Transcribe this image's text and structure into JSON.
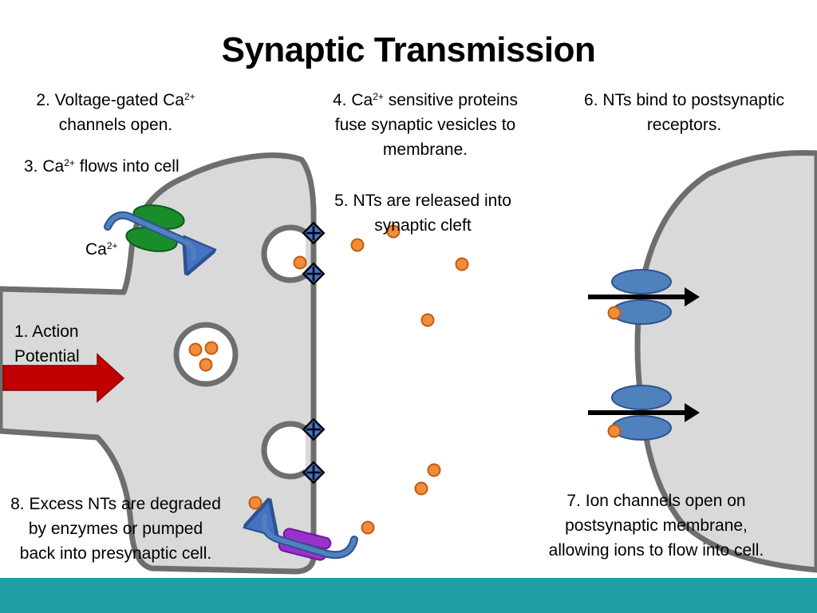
{
  "title": "Synaptic Transmission",
  "labels": {
    "step2_line1": "2. Voltage-gated Ca",
    "step2_sup": "2+",
    "step2_line2": "channels open.",
    "step3_pre": "3. Ca",
    "step3_sup": "2+",
    "step3_post": "flows into cell",
    "ca_pre": "Ca",
    "ca_sup": "2+",
    "step1_line1": "1. Action",
    "step1_line2": "Potential",
    "step4_pre": "4. Ca",
    "step4_sup": "2+",
    "step4_post": "sensitive proteins",
    "step4_line2": "fuse synaptic vesicles to",
    "step4_line3": "membrane.",
    "step5_line1": "5. NTs are released into",
    "step5_line2": "synaptic cleft",
    "step6_line1": "6. NTs bind to postsynaptic",
    "step6_line2": "receptors.",
    "step7_line1": "7. Ion channels open on",
    "step7_line2": "postsynaptic membrane,",
    "step7_line3": "allowing ions  to flow into cell.",
    "step8_line1": "8. Excess NTs are degraded",
    "step8_line2": "by enzymes or pumped",
    "step8_line3": "back into presynaptic cell."
  },
  "colors": {
    "cell_fill": "#d9d9d9",
    "membrane": "#6e6e6e",
    "neurotransmitter": "#f08c3a",
    "neurotransmitter_edge": "#c55a11",
    "calcium_channel": "#1a8c2a",
    "ion_flow_arrow": "#4472c4",
    "receptor": "#4f81bd",
    "action_potential_arrow": "#c00000",
    "reuptake_pump": "#9932cc",
    "footer": "#1e9fa3"
  }
}
